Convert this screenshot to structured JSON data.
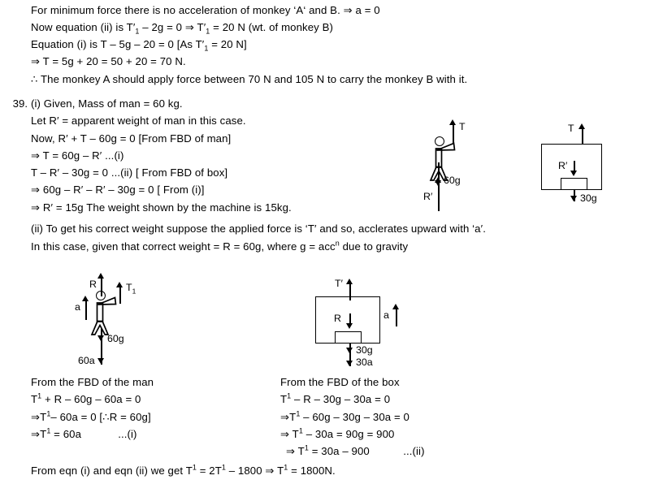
{
  "document": {
    "question_number": "39.",
    "top_block": [
      "For minimum force there is no acceleration of monkey ‘A‘ and B. ⇒ a = 0",
      "Now equation (ii) is T′₁ – 2g = 0 ⇒ T′₁ = 20 N (wt. of monkey B)",
      "Equation (i) is T – 5g – 20 = 0 [As T′₁ = 20 N]",
      "⇒ T = 5g + 20 = 50 + 20 = 70 N.",
      "∴ The monkey A should apply force between 70 N and 105 N to carry the monkey B with it."
    ],
    "part_i_lines": [
      "(i) Given, Mass of man = 60 kg.",
      "Let R′ = apparent weight of man in this case.",
      "Now, R′ + T – 60g = 0 [From FBD of man]",
      "⇒ T = 60g – R′        ...(i)",
      "T – R′ – 30g = 0      ...(ii) [ From FBD of box]",
      "⇒ 60g – R′ – R′ – 30g = 0 [ From (i)]",
      "⇒ R′ = 15g The weight shown by the machine is 15kg."
    ],
    "part_ii_lines": [
      "(ii) To get his correct weight suppose the applied force is ‘T′ and so, acclerates upward with ‘a′.",
      "In this case, given that correct weight = R = 60g, where g = accⁿ due to gravity"
    ],
    "fbd_man_heading": "From the FBD of the man",
    "fbd_man_lines": [
      "T¹ + R – 60g – 60a = 0",
      "⇒T¹ – 60a = 0 [∴R = 60g]",
      "⇒T¹ = 60a              ...(i)"
    ],
    "fbd_box_heading": "From the FBD of the box",
    "fbd_box_lines": [
      "T¹ – R – 30g – 30a = 0",
      "⇒T¹ – 60g – 30g – 30a = 0",
      "⇒ T¹ – 30a = 90g = 900",
      "⇒ T¹ = 30a – 900              ...(ii)"
    ],
    "final_line": "From eqn (i) and eqn (ii) we get T¹ = 2T¹ – 1800 ⇒ T¹ = 1800N."
  },
  "diagrams": {
    "man_1": {
      "label_tension": "T",
      "label_weight": "60g",
      "label_reaction": "R′"
    },
    "box_1": {
      "label_tension": "T",
      "label_reaction": "R′",
      "label_weight": "30g"
    },
    "man_2": {
      "label_reaction": "R",
      "label_tension": "T",
      "label_tension_sub": "1",
      "label_accel": "a",
      "label_weight": "60g",
      "label_inertia": "60a"
    },
    "box_2": {
      "label_tension": "T′",
      "label_reaction": "R",
      "label_accel": "a",
      "label_weight": "30g",
      "label_inertia": "30a"
    }
  }
}
